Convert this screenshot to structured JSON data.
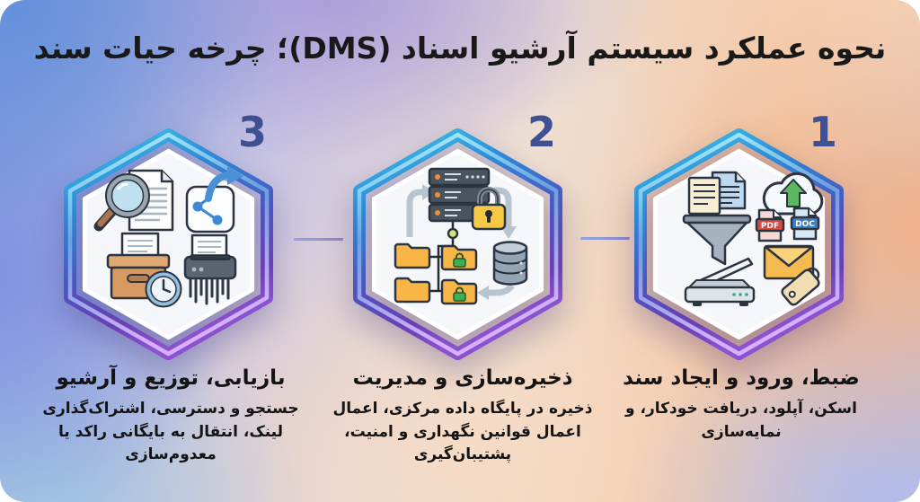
{
  "page": {
    "title": "نحوه عملکرد سیستم آرشیو اسناد (DMS)؛ چرخه حیات سند"
  },
  "palette": {
    "background_top_left": "#6d96dc",
    "background_top_right": "#f5d6c0",
    "background_right": "#f2b184",
    "background_bottom_right": "#b2bbe7",
    "background_bottom_left": "#a9cce4",
    "hexagon_border_gradient": [
      "#41cce8",
      "#2f8ad8",
      "#4b56c0",
      "#8a52cc"
    ],
    "hexagon_fill": "#f6f7fa",
    "step_number_color": "#3e4f92",
    "text_color": "#141414",
    "connector_color": "#93a0d8"
  },
  "steps": [
    {
      "number": "1",
      "heading": "ضبط، ورود و ایجاد سند",
      "description": "اسکن، آپلود، دریافت خودکار، و\nنمایه‌سازی",
      "pdf_label": "PDF",
      "doc_label": "DOC",
      "icons": [
        "documents-funnel-icon",
        "cloud-upload-icon",
        "pdf-file-badge",
        "doc-file-badge",
        "scanner-icon",
        "envelope-tag-icon"
      ]
    },
    {
      "number": "2",
      "heading": "ذخیره‌سازی و مدیریت",
      "description": "ذخیره در پایگاه داده مرکزی، اعمال\nاعمال قوانین نگهداری و امنیت،\nپشتیبان‌گیری",
      "icons": [
        "server-lock-icon",
        "flow-arrows-icon",
        "folder-tree-icon",
        "database-icon"
      ]
    },
    {
      "number": "3",
      "heading": "بازیابی، توزیع و آرشیو",
      "description": "جستجو و دسترسی، اشتراک‌گذاری\nلینک، انتقال به بایگانی راکد یا\nمعدوم‌سازی",
      "icons": [
        "search-document-icon",
        "share-icon",
        "archive-box-clock-icon",
        "shredder-icon"
      ]
    }
  ]
}
